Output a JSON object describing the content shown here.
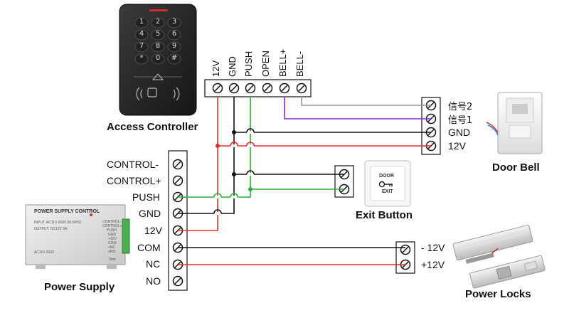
{
  "access_controller": {
    "caption": "Access Controller",
    "keys": [
      "1",
      "2",
      "3",
      "4",
      "5",
      "6",
      "7",
      "8",
      "9",
      "*",
      "0",
      "#"
    ],
    "terminals": [
      "12V",
      "GND",
      "PUSH",
      "OPEN",
      "BELL+",
      "BELL-"
    ]
  },
  "power_supply": {
    "caption": "Power Supply",
    "terminals": [
      "CONTROL-",
      "CONTROL+",
      "PUSH",
      "GND",
      "12V",
      "COM",
      "NC",
      "NO"
    ],
    "unit": {
      "title": "POWER SUPPLY CONTROL",
      "input": "INPUT: AC110-260V 50-60HZ",
      "output": "OUTPUT: DC12V 3A",
      "side_labels": [
        "CONTROL-",
        "CONTROL+",
        "PUSH",
        "GND",
        "+12V",
        "COM",
        "+NC",
        "+NO"
      ],
      "ac_label": "AC110-260V",
      "bottom_label": "Time"
    }
  },
  "door_bell": {
    "caption": "Door Bell",
    "terminals": [
      "信号2",
      "信号1",
      "GND",
      "12V"
    ]
  },
  "exit_button": {
    "caption": "Exit Button",
    "face_top": "DOOR",
    "face_bottom": "EXIT"
  },
  "power_locks": {
    "caption": "Power Locks",
    "terminals": [
      "- 12V",
      "+12V"
    ]
  },
  "colors": {
    "black_wire": "#111111",
    "red_wire": "#e0302a",
    "green_wire": "#2fae3c",
    "purple_wire": "#8a2be2",
    "gray_wire": "#9a9a9a"
  }
}
